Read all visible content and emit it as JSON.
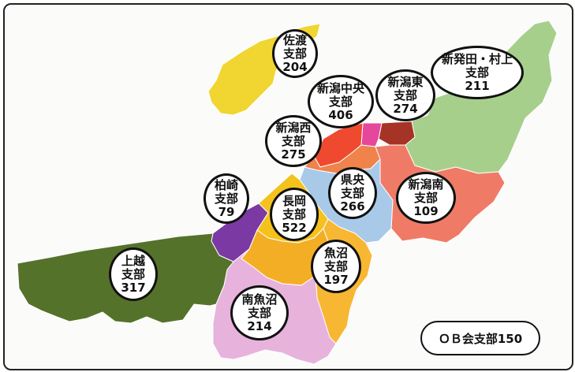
{
  "colors": {
    "sado": "#f1d531",
    "joetsu": "#55722a",
    "kashiwazaki": "#7b3aa3",
    "nagaoka_north": "#f5c21d",
    "nagaoka_south": "#f4ae25",
    "kenou": "#a9c9e8",
    "niigata_chuo": "#ef4a2f",
    "niigata_nishi": "#f0824c",
    "niigata_higashi": "#a53426",
    "niigata_minami": "#ef7b66",
    "shibata_murakami": "#a7cf8c",
    "uonuma": "#f7b732",
    "minamiuonuma": "#e7b3dc",
    "pink_small": "#e6479b"
  },
  "branches": [
    {
      "id": "sado",
      "name": "佐渡",
      "suffix": "支部",
      "count": "204"
    },
    {
      "id": "niigata-chuo",
      "name": "新潟中央",
      "suffix": "支部",
      "count": "406"
    },
    {
      "id": "niigata-higashi",
      "name": "新潟東",
      "suffix": "支部",
      "count": "274"
    },
    {
      "id": "shibata-murakami",
      "name": "新発田・村上",
      "suffix": "支部",
      "count": "211"
    },
    {
      "id": "niigata-nishi",
      "name": "新潟西",
      "suffix": "支部",
      "count": "275"
    },
    {
      "id": "kashiwazaki",
      "name": "柏崎",
      "suffix": "支部",
      "count": "79"
    },
    {
      "id": "kenou",
      "name": "県央",
      "suffix": "支部",
      "count": "266"
    },
    {
      "id": "niigata-minami",
      "name": "新潟南",
      "suffix": "支部",
      "count": "109"
    },
    {
      "id": "nagaoka",
      "name": "長岡",
      "suffix": "支部",
      "count": "522"
    },
    {
      "id": "uonuma",
      "name": "魚沼",
      "suffix": "支部",
      "count": "197"
    },
    {
      "id": "joetsu",
      "name": "上越",
      "suffix": "支部",
      "count": "317"
    },
    {
      "id": "minamiuonuma",
      "name": "南魚沼",
      "suffix": "支部",
      "count": "214"
    }
  ],
  "ob_branch": "ＯＢ会支部150"
}
